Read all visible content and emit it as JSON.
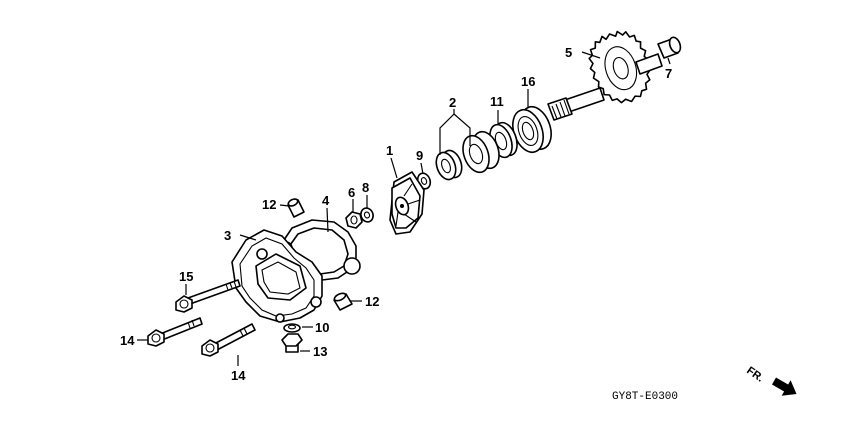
{
  "callouts": {
    "p1": "1",
    "p2": "2",
    "p3": "3",
    "p4": "4",
    "p5": "5",
    "p6": "6",
    "p7": "7",
    "p8": "8",
    "p9": "9",
    "p10": "10",
    "p11": "11",
    "p12a": "12",
    "p12b": "12",
    "p13": "13",
    "p14a": "14",
    "p14b": "14",
    "p15": "15",
    "p16": "16"
  },
  "direction_marker": {
    "label": "FR."
  },
  "diagram_code": "GY8T-E0300"
}
